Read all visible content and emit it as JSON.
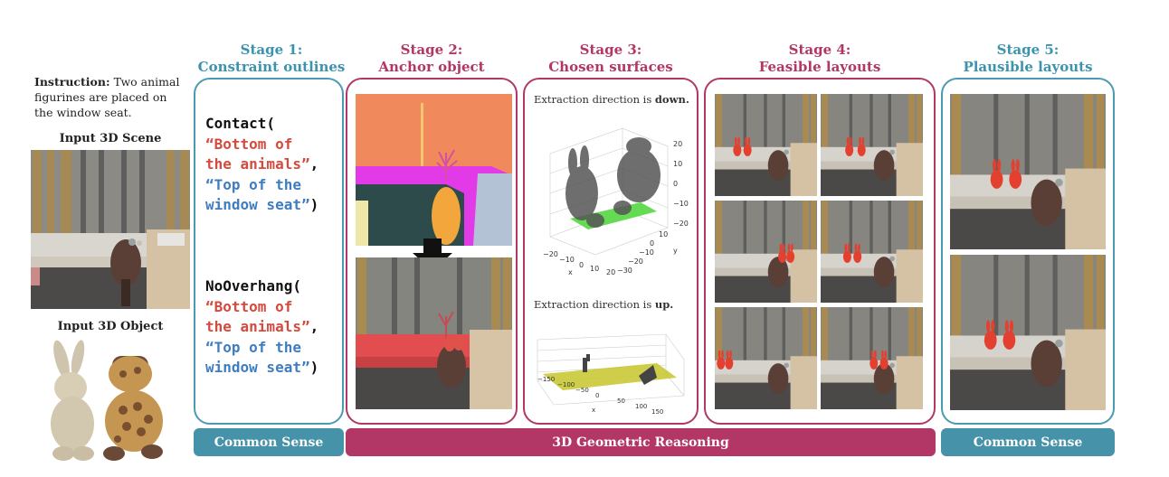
{
  "instruction": {
    "label": "Instruction:",
    "text_line1": "Two animal",
    "text_line2": "figurines are placed on",
    "text_line3": "the window seat."
  },
  "inputs": {
    "scene_label": "Input 3D Scene",
    "object_label": "Input 3D Object"
  },
  "stages": [
    {
      "line1": "Stage 1:",
      "line2": "Constraint outlines",
      "color": "#3c93ad"
    },
    {
      "line1": "Stage 2:",
      "line2": "Anchor object",
      "color": "#b23766"
    },
    {
      "line1": "Stage 3:",
      "line2": "Chosen surfaces",
      "color": "#b23766"
    },
    {
      "line1": "Stage 4:",
      "line2": "Feasible layouts",
      "color": "#b23766"
    },
    {
      "line1": "Stage 5:",
      "line2": "Plausible layouts",
      "color": "#3c93ad"
    }
  ],
  "code": {
    "contact_fn": "Contact(",
    "nooverhang_fn": "NoOverhang(",
    "arg1_l1": "“Bottom of",
    "arg1_l2": "the animals”",
    "comma": ",",
    "arg2_l1": "“Top of the",
    "arg2_l2": "window seat”",
    "close": ")"
  },
  "stage3": {
    "down_prefix": "Extraction direction is ",
    "down_word": "down.",
    "up_prefix": "Extraction direction is ",
    "up_word": "up.",
    "plot1_z_ticks": [
      "20",
      "10",
      "0",
      "−10",
      "−20"
    ],
    "plot1_x_ticks": [
      "−20",
      "−10",
      "0",
      "10",
      "20"
    ],
    "plot1_y_ticks": [
      "20",
      "10",
      "0",
      "−10",
      "−20",
      "−30"
    ],
    "plot1_x_label": "x",
    "plot1_y_label": "y",
    "plot2_x_ticks": [
      "−150",
      "−100",
      "−50",
      "0",
      "50",
      "100",
      "150"
    ],
    "plot2_x_label": "x"
  },
  "bars": {
    "left": "Common Sense",
    "middle": "3D Geometric Reasoning",
    "right": "Common Sense"
  },
  "colors": {
    "teal": "#4692a8",
    "pink": "#b23766",
    "code_red": "#d64a3e",
    "code_blue": "#3e7dc0"
  }
}
